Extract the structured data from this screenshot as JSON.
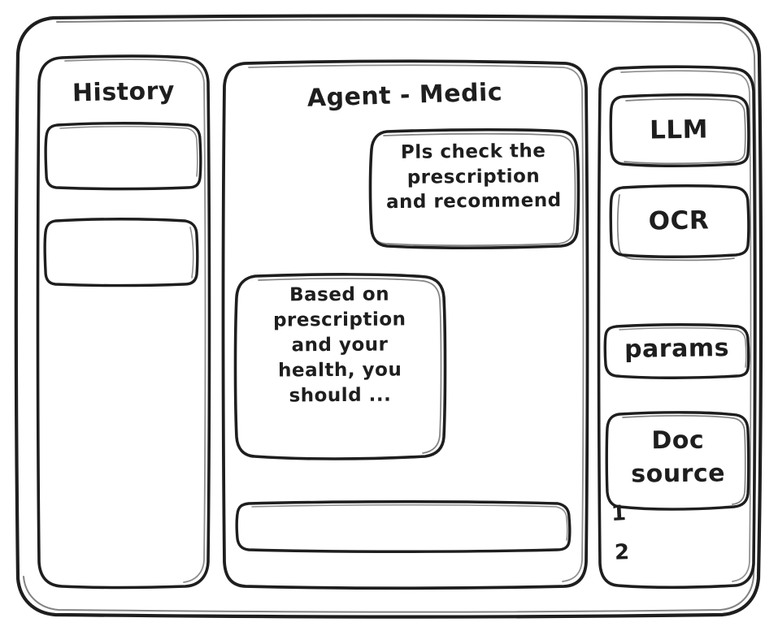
{
  "window": {
    "frame_name": "app-window"
  },
  "sidebar_history": {
    "title": "History",
    "items": [
      {
        "label": "",
        "name": "history-item-1"
      },
      {
        "label": "",
        "name": "history-item-2"
      }
    ]
  },
  "chat": {
    "title": "Agent - Medic",
    "messages": [
      {
        "role": "user",
        "text": "Pls check the\nprescription\nand recommend"
      },
      {
        "role": "agent",
        "text": "Based on\nprescription\nand your\nhealth, you\nshould ..."
      }
    ],
    "composer": {
      "value": "",
      "placeholder": ""
    }
  },
  "sidebar_tools": {
    "buttons": [
      {
        "label": "LLM",
        "name": "tool-llm"
      },
      {
        "label": "OCR",
        "name": "tool-ocr"
      },
      {
        "label": "params",
        "name": "tool-params"
      }
    ],
    "doc_source": {
      "label": "Doc\nsource",
      "items": [
        {
          "label": "1"
        },
        {
          "label": "2"
        }
      ]
    }
  },
  "colors": {
    "stroke": "#1e1e1e",
    "background": "#ffffff"
  }
}
